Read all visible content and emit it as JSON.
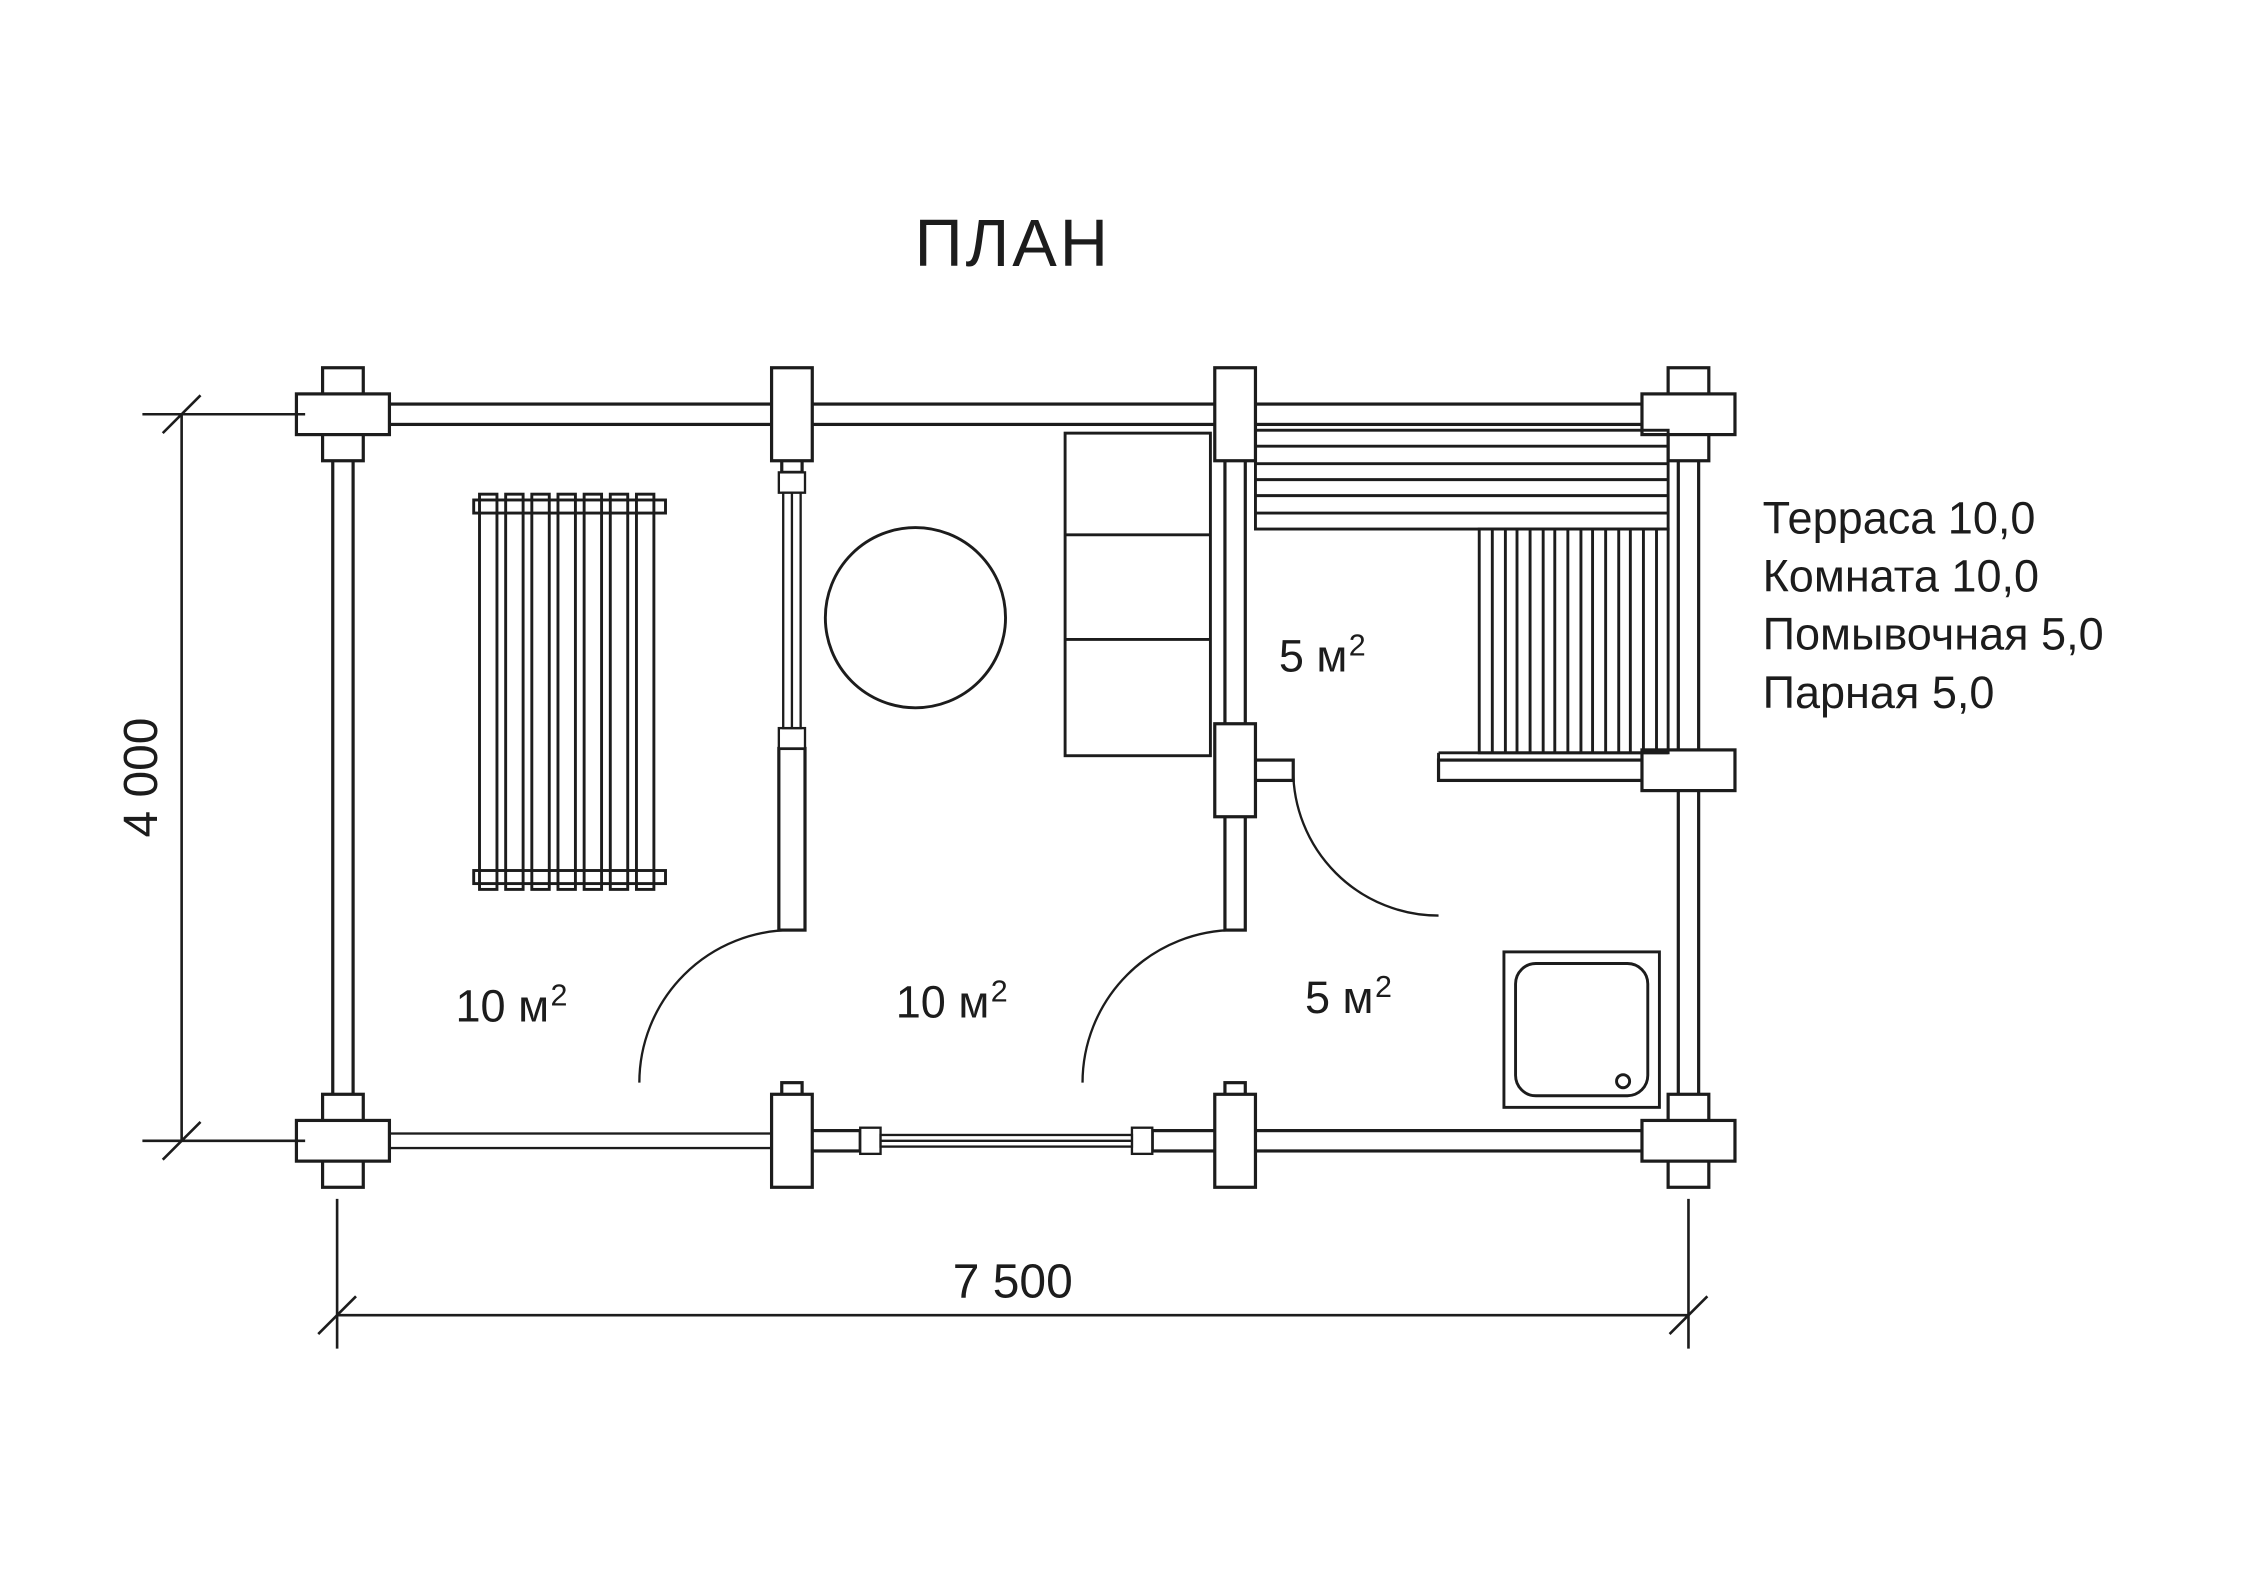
{
  "title": "ПЛАН",
  "legend": {
    "items": [
      {
        "label": "Терраса 10,0"
      },
      {
        "label": "Комната 10,0"
      },
      {
        "label": "Помывочная 5,0"
      },
      {
        "label": "Парная 5,0"
      }
    ]
  },
  "rooms": {
    "terrace": {
      "area": "10 м",
      "sup": "2"
    },
    "room": {
      "area": "10 м",
      "sup": "2"
    },
    "steam": {
      "area": "5 м",
      "sup": "2"
    },
    "washing": {
      "area": "5 м",
      "sup": "2"
    }
  },
  "dimensions": {
    "width": "7 500",
    "height": "4 000"
  },
  "colors": {
    "line": "#1c1c1c",
    "background": "#ffffff"
  }
}
